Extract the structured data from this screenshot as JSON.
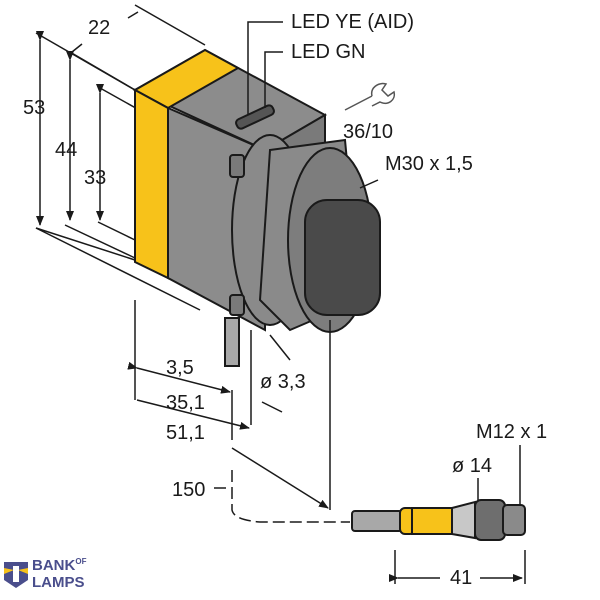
{
  "diagram": {
    "title": "Photoelectric sensor dimensional drawing",
    "labels": {
      "led_ye": "LED YE (AID)",
      "led_gn": "LED GN",
      "wrench_size": "36/10",
      "thread": "M30 x 1,5",
      "dim_width": "22",
      "dim_height_53": "53",
      "dim_height_44": "44",
      "dim_height_33": "33",
      "dim_3_5": "3,5",
      "dim_dia_3_3": "ø 3,3",
      "dim_35_1": "35,1",
      "dim_51_1": "51,1",
      "dim_cable": "150",
      "connector_thread": "M12 x 1",
      "connector_dia": "ø 14",
      "connector_length": "41"
    },
    "icons": {
      "wrench": "wrench-icon"
    },
    "colors": {
      "housing_yellow": "#f7c21a",
      "housing_gray": "#8c8c8c",
      "lens_dark": "#4a4a4a",
      "cable_gray": "#a8a8a8",
      "line": "#1a1a1a"
    }
  },
  "logo": {
    "line1": "BANK",
    "of": "OF",
    "line2": "LAMPS",
    "color": "#4a4e8c"
  }
}
